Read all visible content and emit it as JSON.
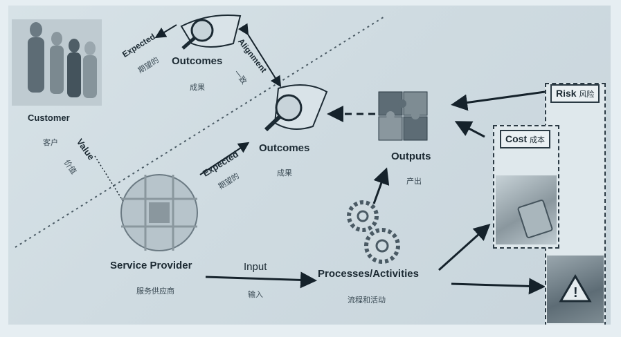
{
  "nodes": {
    "customer": {
      "en": "Customer",
      "zh": "客户"
    },
    "value": {
      "en": "Value",
      "zh": "价值"
    },
    "expected_top": {
      "en": "Expected",
      "zh": "期望的"
    },
    "outcomes_top": {
      "en": "Outcomes",
      "zh": "成果"
    },
    "alignment": {
      "en": "Alignment",
      "zh": "一致"
    },
    "expected_mid": {
      "en": "Expected",
      "zh": "期望的"
    },
    "outcomes_mid": {
      "en": "Outcomes",
      "zh": "成果"
    },
    "outputs": {
      "en": "Outputs",
      "zh": "产出"
    },
    "service_provider": {
      "en": "Service Provider",
      "zh": "服务供应商"
    },
    "input": {
      "en": "Input",
      "zh": "输入"
    },
    "processes": {
      "en": "Processes/Activities",
      "zh": "流程和活动"
    }
  },
  "flags": {
    "risk": {
      "en": "Risk",
      "zh": "风险"
    },
    "cost": {
      "en": "Cost",
      "zh": "成本"
    }
  },
  "colors": {
    "ink": "#1c2a33",
    "background": "#cfdbe1"
  }
}
